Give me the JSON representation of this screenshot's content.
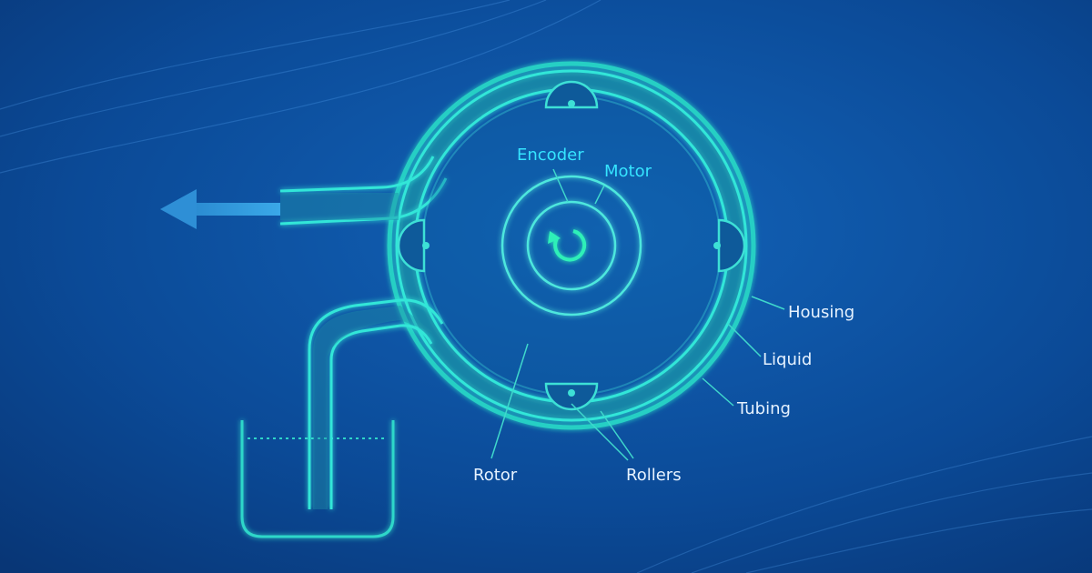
{
  "labels": {
    "encoder": "Encoder",
    "motor": "Motor",
    "housing": "Housing",
    "liquid": "Liquid",
    "tubing": "Tubing",
    "rotor": "Rotor",
    "rollers": "Rollers"
  },
  "colors": {
    "background_dark": "#0a3f86",
    "background_light": "#1366c0",
    "glow": "#2fe3d6",
    "accent_cyan": "#35e4ff",
    "label_text": "#e6f2ff",
    "arrow": "#2e8fd6"
  },
  "icons": {
    "flow_arrow": "arrow-left-icon",
    "rotation": "rotate-arrow-icon"
  }
}
